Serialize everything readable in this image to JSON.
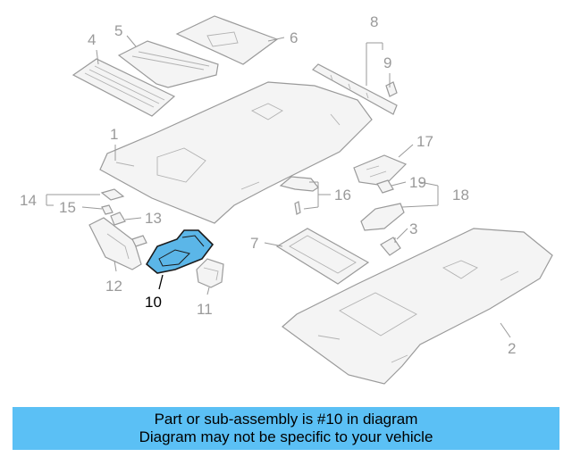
{
  "callouts": {
    "c1": "1",
    "c2": "2",
    "c3": "3",
    "c4": "4",
    "c5": "5",
    "c6": "6",
    "c7": "7",
    "c8": "8",
    "c9": "9",
    "c10": "10",
    "c11": "11",
    "c12": "12",
    "c13": "13",
    "c14": "14",
    "c15": "15",
    "c16": "16",
    "c17": "17",
    "c18": "18",
    "c19": "19"
  },
  "highlighted_part": "10",
  "colors": {
    "highlight": "#5bb6e8",
    "banner": "#5bc0f5",
    "line": "#9a9a9a"
  },
  "banner": {
    "line1": "Part or sub-assembly is #10 in diagram",
    "line2": "Diagram may not be specific to your vehicle"
  }
}
